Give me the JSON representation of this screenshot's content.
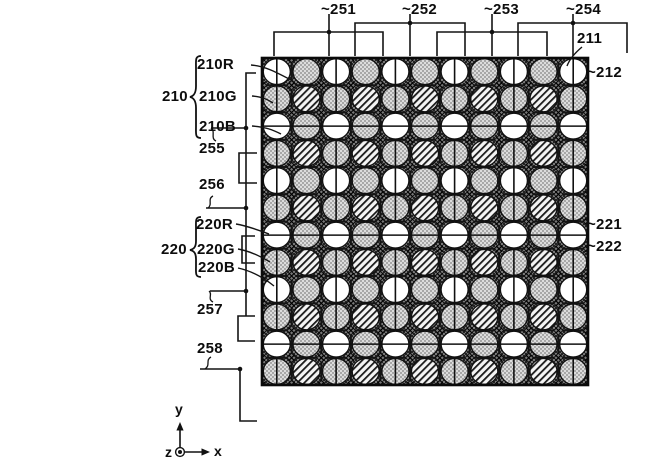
{
  "labels": {
    "g251": "~251",
    "g252": "~252",
    "g253": "~253",
    "g254": "~254",
    "n211": "211",
    "n212": "~212",
    "n221": "~221",
    "n222": "~222",
    "r210": "210R",
    "g210": "210",
    "gg210": "210G",
    "b210": "210B",
    "n255": "255",
    "n256": "256",
    "r220": "220R",
    "g220": "220",
    "gg220": "220G",
    "b220": "220B",
    "n257": "257",
    "n258": "258",
    "axis_y": "y",
    "axis_x": "x",
    "axis_z": "z"
  },
  "grid": {
    "cols": 11,
    "rows": 12,
    "row_patterns": [
      "WSWSWSWSWSW",
      "SHSHSHSHSHS",
      "WSWSWSWSWSW",
      "SHSHSHSHSHS",
      "WSWSWSWSWSW",
      "SHSHSHSHSHS",
      "WSWSWSWSWSW",
      "SHSHSHSHSHS",
      "WSWSWSWSWSW",
      "SHSHSHSHSHS",
      "WSWSWSWSWSW",
      "SHSHSHSHSHS"
    ],
    "line_orientation": [
      "v",
      "v",
      "h",
      "v",
      "v",
      "v",
      "h",
      "v",
      "v",
      "v",
      "h",
      "v"
    ],
    "circle_fill_types": {
      "W": "white-circle",
      "S": "stippled-circle",
      "H": "diagonal-hatched-circle"
    }
  },
  "colors": {
    "line": "#111111",
    "mesh_base": "#a0a0a0",
    "mesh_line": "#1c1c1c",
    "stipple_base": "#dcdcdc",
    "stipple_dot": "#828282",
    "hatch_base": "#f4f4f4",
    "hatch_line": "#1a1a1a",
    "motif_fill": "#787878"
  }
}
